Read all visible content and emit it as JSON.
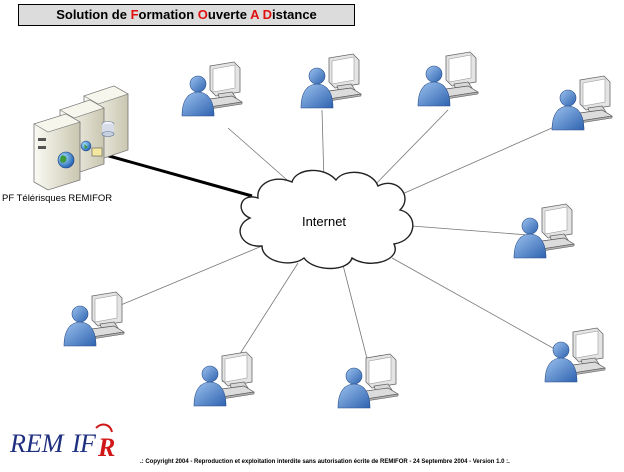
{
  "title": {
    "p1": "Solution de ",
    "f": "F",
    "p2": "ormation ",
    "o": "O",
    "p3": "uverte ",
    "a": "A",
    "p4": " ",
    "d": "D",
    "p5": "istance"
  },
  "server_label": "PF Télérisques REMIFOR",
  "cloud_label": "Internet",
  "footer": ".: Copyright 2004 - Reproduction et exploitation interdite sans autorisation écrite de REMIFOR - 24 Septembre 2004 - Version 1.0 :.",
  "logo": "REMIFOR",
  "colors": {
    "title_bg": "#dcdcdc",
    "title_accent": "#e01010",
    "person": "#5a8fd0",
    "logo_blue": "#1f2f80",
    "logo_red": "#d01818"
  }
}
